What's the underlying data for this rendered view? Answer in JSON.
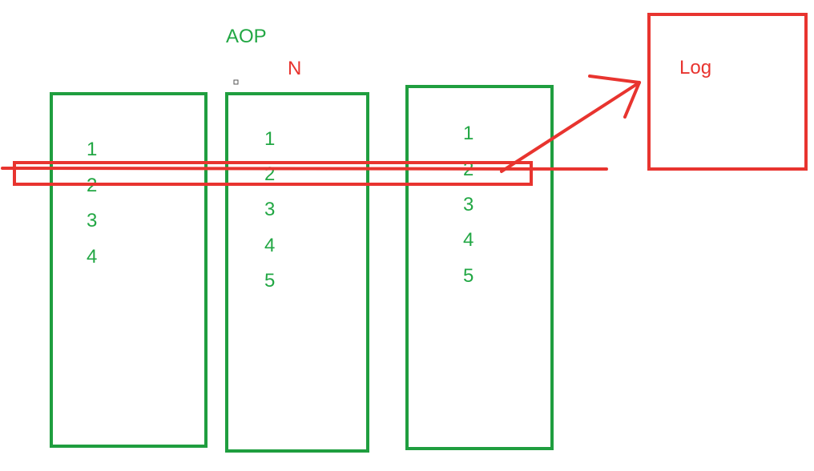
{
  "diagram": {
    "title": "AOP",
    "n_label": "N",
    "log_label": "Log",
    "colors": {
      "green": "#1f9e3f",
      "green_text": "#22a744",
      "red": "#e8342f"
    },
    "columns": [
      {
        "items": [
          "1",
          "2",
          "3",
          "4"
        ]
      },
      {
        "items": [
          "1",
          "2",
          "3",
          "4",
          "5"
        ]
      },
      {
        "items": [
          "1",
          "2",
          "3",
          "4",
          "5"
        ]
      }
    ]
  }
}
